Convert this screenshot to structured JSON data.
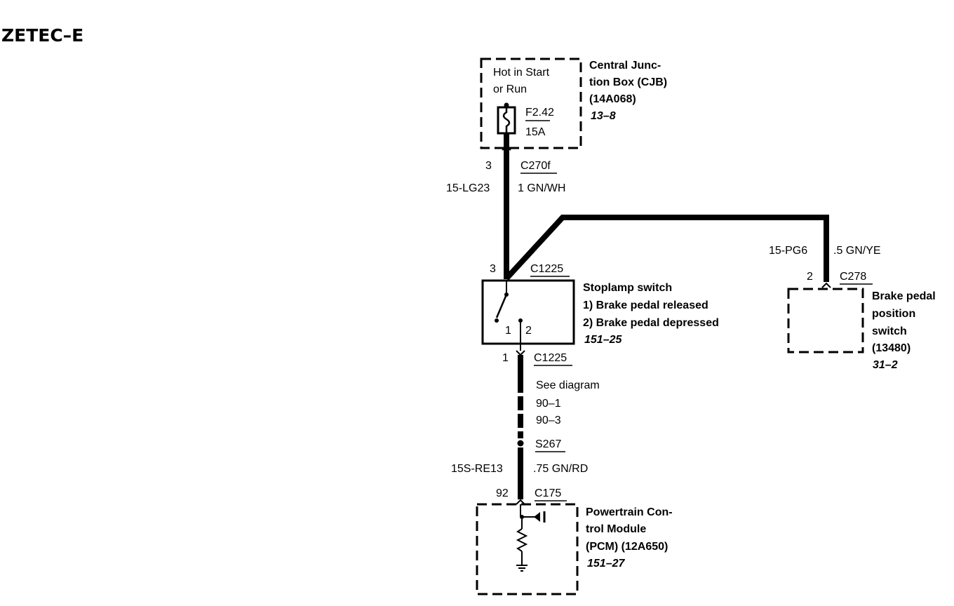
{
  "title": "ZETEC–E",
  "cjb": {
    "feed_label_1": "Hot in Start",
    "feed_label_2": "or Run",
    "fuse_id": "F2.42",
    "fuse_rating": "15A",
    "name_1": "Central Junc-",
    "name_2": "tion Box (CJB)",
    "part_no": "(14A068)",
    "ref": "13–8"
  },
  "wire_lg23": {
    "pin": "3",
    "connector": "C270f",
    "circuit": "15-LG23",
    "gauge_color": "1 GN/WH"
  },
  "wire_pg6": {
    "circuit": "15-PG6",
    "gauge_color": ".5 GN/YE"
  },
  "stoplamp": {
    "pin_top": "3",
    "connector_top": "C1225",
    "contact_1": "1",
    "contact_2": "2",
    "name": "Stoplamp switch",
    "state_1": "1)   Brake pedal released",
    "state_2": "2)   Brake pedal depressed",
    "ref": "151–25",
    "pin_bottom": "1",
    "connector_bottom": "C1225"
  },
  "see_diagram": {
    "label": "See diagram",
    "ref_1": "90–1",
    "ref_2": "90–3"
  },
  "splice": {
    "id": "S267"
  },
  "wire_re13": {
    "circuit": "15S-RE13",
    "gauge_color": ".75 GN/RD",
    "pin": "92",
    "connector": "C175"
  },
  "bpp": {
    "pin": "2",
    "connector": "C278",
    "name_1": "Brake pedal",
    "name_2": "position",
    "name_3": "switch",
    "part_no": "(13480)",
    "ref": "31–2"
  },
  "pcm": {
    "name_1": "Powertrain Con-",
    "name_2": "trol Module",
    "name_3": "(PCM) (12A650)",
    "ref": "151–27"
  }
}
